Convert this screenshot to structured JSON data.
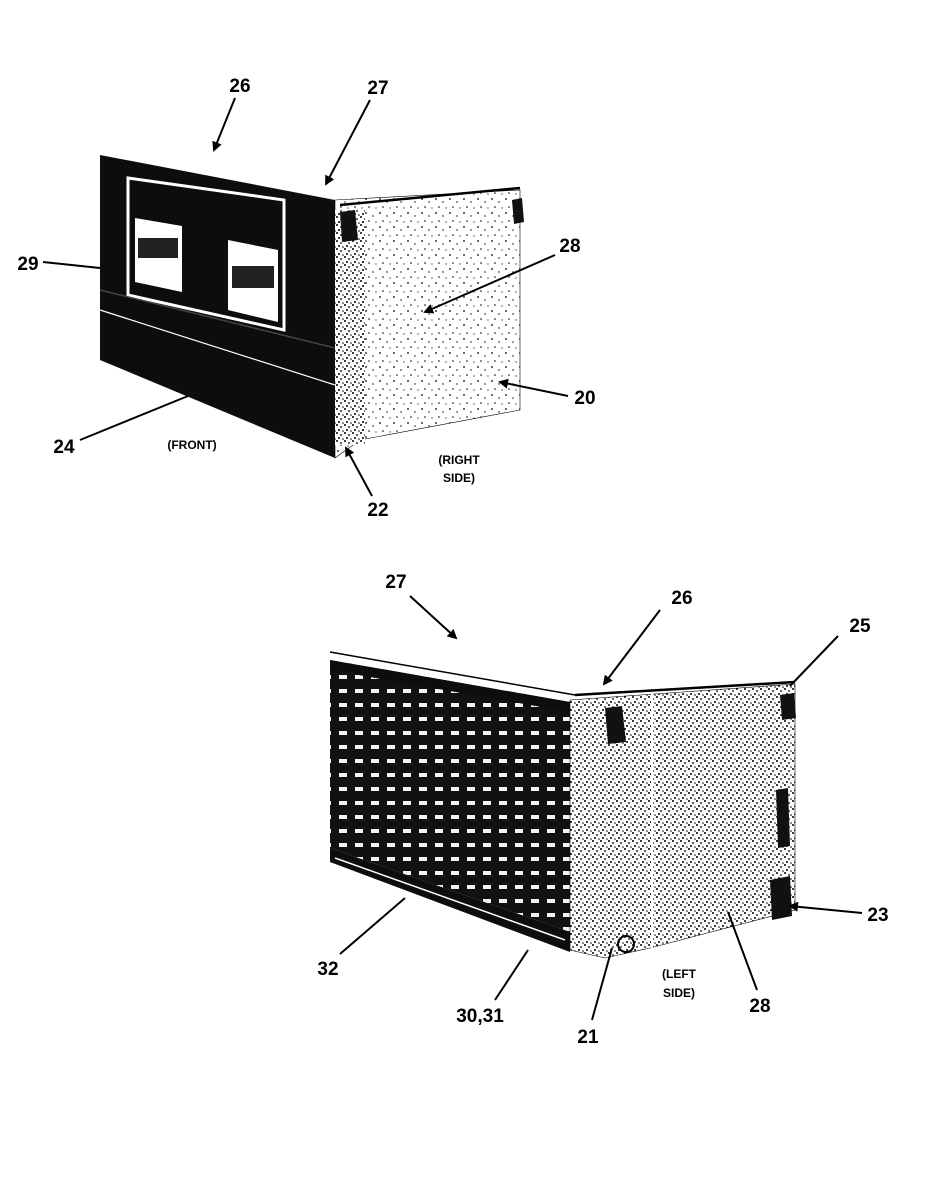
{
  "diagram_1": {
    "labels": {
      "l26": "26",
      "l27": "27",
      "l28": "28",
      "l29": "29",
      "l20": "20",
      "l24": "24",
      "l22": "22"
    },
    "captions": {
      "front": "(FRONT)",
      "right_side_1": "(RIGHT",
      "right_side_2": "SIDE)"
    }
  },
  "diagram_2": {
    "labels": {
      "l27": "27",
      "l26": "26",
      "l25": "25",
      "l23": "23",
      "l32": "32",
      "l30_31": "30,31",
      "l21": "21",
      "l28": "28"
    },
    "captions": {
      "left_side_1": "(LEFT",
      "left_side_2": "SIDE)"
    }
  }
}
